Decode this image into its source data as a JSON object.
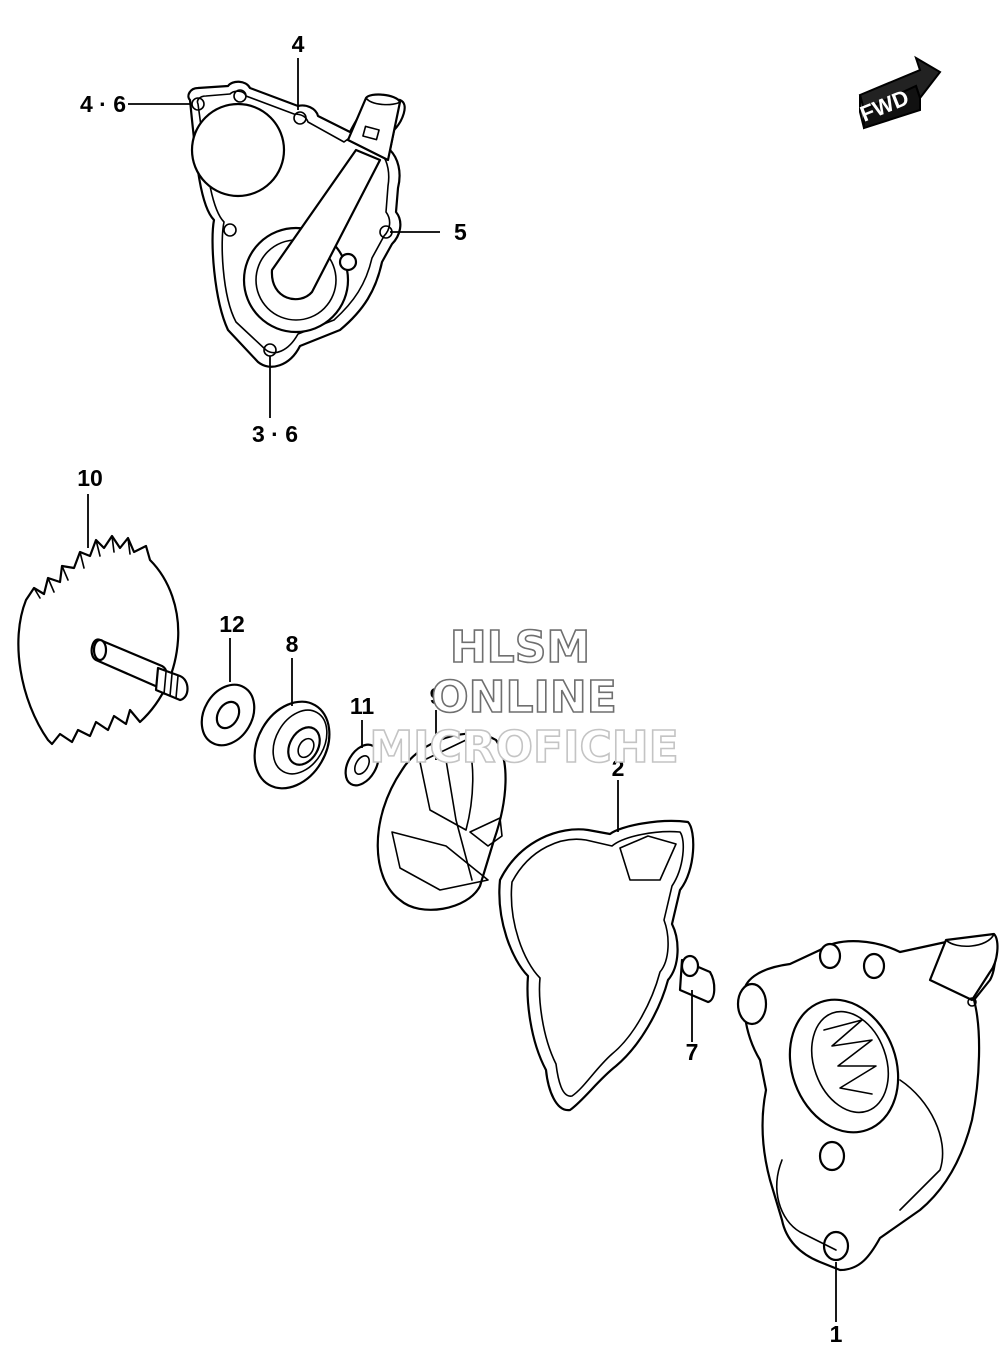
{
  "fwd_label": "FWD",
  "callouts": {
    "c1": "1",
    "c2": "2",
    "c3_6": "3 · 6",
    "c4": "4",
    "c4_6": "4 · 6",
    "c5": "5",
    "c7": "7",
    "c8": "8",
    "c9": "9",
    "c10": "10",
    "c11": "11",
    "c12": "12"
  },
  "watermark": {
    "line1": "HLSM",
    "line2": "ONLINE",
    "line3": "MICROFICHE"
  }
}
